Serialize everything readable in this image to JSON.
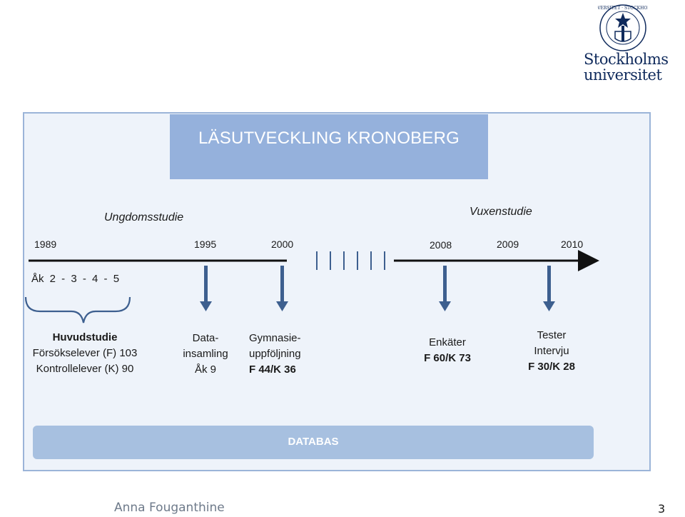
{
  "logo": {
    "line1": "Stockholms",
    "line2": "universitet"
  },
  "title": "LÄSUTVECKLING KRONOBERG",
  "phases": {
    "young": "Ungdomsstudie",
    "adult": "Vuxenstudie"
  },
  "years": [
    "1989",
    "1995",
    "2000",
    "2008",
    "2009",
    "2010"
  ],
  "grades": "Åk 2 - 3 - 4 - 5",
  "main_study": {
    "title": "Huvudstudie",
    "line2": "Försökselever (F) 103",
    "line3": "Kontrollelever (K) 90"
  },
  "events": {
    "data_1995": {
      "l1": "Data-",
      "l2": "insamling",
      "l3": "Åk 9"
    },
    "gym_2000": {
      "l1": "Gymnasie-",
      "l2": "uppföljning",
      "l3": "F 44/K 36"
    },
    "enk_2008": {
      "l1": "Enkäter",
      "l2": "F 60/K 73"
    },
    "test_2010": {
      "l1": "Tester",
      "l2": "Intervju",
      "l3": "F 30/K 28"
    }
  },
  "database": "DATABAS",
  "footer": {
    "author": "Anna Fouganthine",
    "page": "3"
  },
  "colors": {
    "title_box": "#95b1dc",
    "frame_bg": "#eef3fa",
    "arrow": "#3d5f8f",
    "database_bar": "#a7c0e0",
    "logo": "#0f2a5c"
  }
}
